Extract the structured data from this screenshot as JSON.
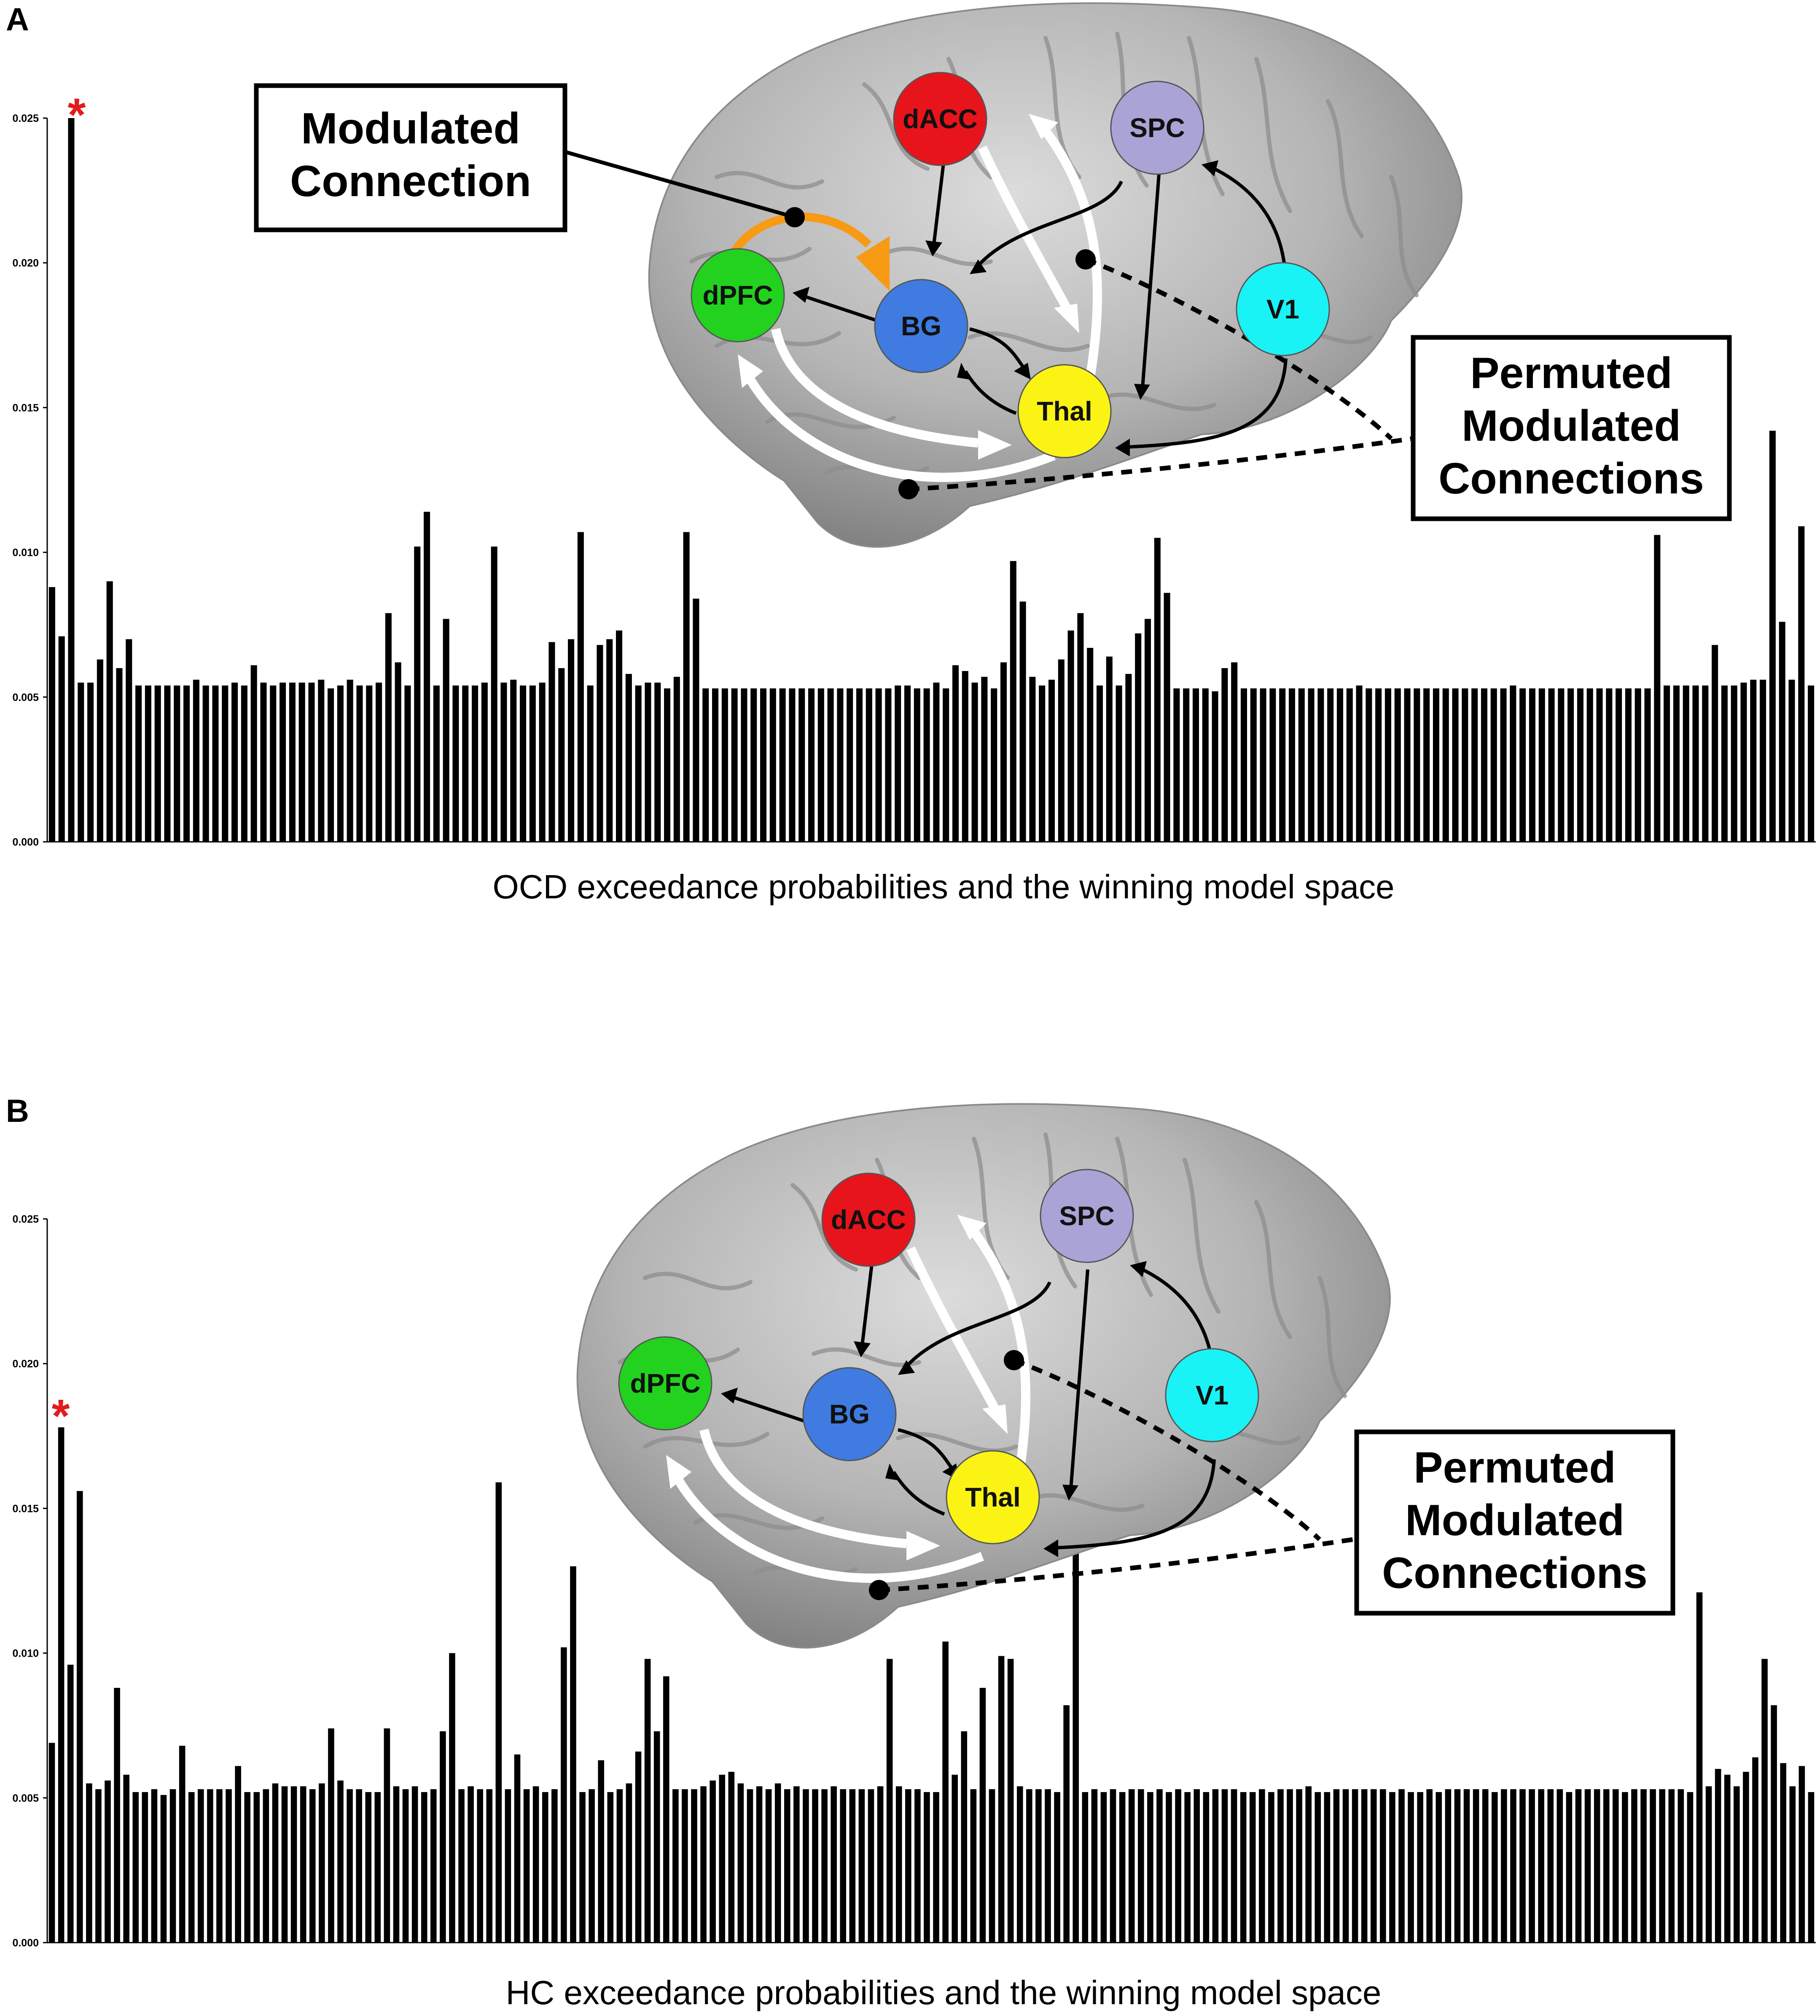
{
  "panels": [
    {
      "label": "A",
      "caption": "OCD exceedance probabilities and the winning model space",
      "star": "*",
      "modulated_box": [
        "Modulated",
        "Connection"
      ],
      "permuted_box": [
        "Permuted",
        "Modulated",
        "Connections"
      ],
      "nodes": [
        {
          "id": "dACC",
          "label": "dACC",
          "color": "#e8141b"
        },
        {
          "id": "SPC",
          "label": "SPC",
          "color": "#a9a3d6"
        },
        {
          "id": "dPFC",
          "label": "dPFC",
          "color": "#22d21f"
        },
        {
          "id": "BG",
          "label": "BG",
          "color": "#3f7be0"
        },
        {
          "id": "V1",
          "label": "V1",
          "color": "#19f3f6"
        },
        {
          "id": "Thal",
          "label": "Thal",
          "color": "#fbf314"
        }
      ]
    },
    {
      "label": "B",
      "caption": "HC exceedance probabilities and the winning model space",
      "star": "*",
      "permuted_box": [
        "Permuted",
        "Modulated",
        "Connections"
      ],
      "nodes": [
        {
          "id": "dACC",
          "label": "dACC",
          "color": "#e8141b"
        },
        {
          "id": "SPC",
          "label": "SPC",
          "color": "#a9a3d6"
        },
        {
          "id": "dPFC",
          "label": "dPFC",
          "color": "#22d21f"
        },
        {
          "id": "BG",
          "label": "BG",
          "color": "#3f7be0"
        },
        {
          "id": "V1",
          "label": "V1",
          "color": "#19f3f6"
        },
        {
          "id": "Thal",
          "label": "Thal",
          "color": "#fbf314"
        }
      ]
    }
  ],
  "chart_data": [
    {
      "type": "bar",
      "ylim": [
        0,
        0.025
      ],
      "yticks": [
        "0.000",
        "0.005",
        "0.010",
        "0.015",
        "0.020",
        "0.025"
      ],
      "values": [
        0.0088,
        0.0071,
        0.025,
        0.0055,
        0.0055,
        0.0063,
        0.009,
        0.006,
        0.007,
        0.0054,
        0.0054,
        0.0054,
        0.0054,
        0.0054,
        0.0054,
        0.0056,
        0.0054,
        0.0054,
        0.0054,
        0.0055,
        0.0054,
        0.0061,
        0.0055,
        0.0054,
        0.0055,
        0.0055,
        0.0055,
        0.0055,
        0.0056,
        0.0053,
        0.0054,
        0.0056,
        0.0054,
        0.0054,
        0.0055,
        0.0079,
        0.0062,
        0.0054,
        0.0102,
        0.0114,
        0.0054,
        0.0077,
        0.0054,
        0.0054,
        0.0054,
        0.0055,
        0.0102,
        0.0055,
        0.0056,
        0.0054,
        0.0054,
        0.0055,
        0.0069,
        0.006,
        0.007,
        0.0107,
        0.0054,
        0.0068,
        0.007,
        0.0073,
        0.0058,
        0.0054,
        0.0055,
        0.0055,
        0.0053,
        0.0057,
        0.0107,
        0.0084,
        0.0053,
        0.0053,
        0.0053,
        0.0053,
        0.0053,
        0.0053,
        0.0053,
        0.0053,
        0.0053,
        0.0053,
        0.0053,
        0.0053,
        0.0053,
        0.0053,
        0.0053,
        0.0053,
        0.0053,
        0.0053,
        0.0053,
        0.0053,
        0.0054,
        0.0054,
        0.0053,
        0.0053,
        0.0055,
        0.0053,
        0.0061,
        0.0059,
        0.0055,
        0.0057,
        0.0053,
        0.0062,
        0.0097,
        0.0083,
        0.0057,
        0.0054,
        0.0056,
        0.0063,
        0.0073,
        0.0079,
        0.0067,
        0.0054,
        0.0064,
        0.0054,
        0.0058,
        0.0072,
        0.0077,
        0.0105,
        0.0086,
        0.0053,
        0.0053,
        0.0053,
        0.0053,
        0.0052,
        0.006,
        0.0062,
        0.0053,
        0.0053,
        0.0053,
        0.0053,
        0.0053,
        0.0053,
        0.0053,
        0.0053,
        0.0053,
        0.0053,
        0.0053,
        0.0053,
        0.0054,
        0.0053,
        0.0053,
        0.0053,
        0.0053,
        0.0053,
        0.0053,
        0.0053,
        0.0053,
        0.0053,
        0.0053,
        0.0053,
        0.0053,
        0.0053,
        0.0053,
        0.0053,
        0.0054,
        0.0053,
        0.0053,
        0.0053,
        0.0053,
        0.0053,
        0.0053,
        0.0053,
        0.0053,
        0.0053,
        0.0053,
        0.0053,
        0.0053,
        0.0053,
        0.0053,
        0.0106,
        0.0054,
        0.0054,
        0.0054,
        0.0054,
        0.0054,
        0.0068,
        0.0054,
        0.0054,
        0.0055,
        0.0056,
        0.0056,
        0.0142,
        0.0076,
        0.0056,
        0.0109,
        0.0054
      ]
    },
    {
      "type": "bar",
      "ylim": [
        0,
        0.025
      ],
      "yticks": [
        "0.000",
        "0.005",
        "0.010",
        "0.015",
        "0.020",
        "0.025"
      ],
      "values": [
        0.0069,
        0.0178,
        0.0096,
        0.0156,
        0.0055,
        0.0053,
        0.0056,
        0.0088,
        0.0058,
        0.0052,
        0.0052,
        0.0053,
        0.0051,
        0.0053,
        0.0068,
        0.0052,
        0.0053,
        0.0053,
        0.0053,
        0.0053,
        0.0061,
        0.0052,
        0.0052,
        0.0053,
        0.0055,
        0.0054,
        0.0054,
        0.0054,
        0.0053,
        0.0055,
        0.0074,
        0.0056,
        0.0053,
        0.0053,
        0.0052,
        0.0052,
        0.0074,
        0.0054,
        0.0053,
        0.0054,
        0.0052,
        0.0053,
        0.0073,
        0.01,
        0.0053,
        0.0054,
        0.0053,
        0.0053,
        0.0159,
        0.0053,
        0.0065,
        0.0053,
        0.0054,
        0.0052,
        0.0053,
        0.0102,
        0.013,
        0.0052,
        0.0053,
        0.0063,
        0.0052,
        0.0053,
        0.0055,
        0.0066,
        0.0098,
        0.0073,
        0.0092,
        0.0053,
        0.0053,
        0.0053,
        0.0054,
        0.0056,
        0.0058,
        0.0059,
        0.0055,
        0.0053,
        0.0054,
        0.0053,
        0.0055,
        0.0053,
        0.0054,
        0.0053,
        0.0053,
        0.0053,
        0.0054,
        0.0053,
        0.0053,
        0.0053,
        0.0053,
        0.0054,
        0.0098,
        0.0054,
        0.0053,
        0.0053,
        0.0052,
        0.0052,
        0.0104,
        0.0058,
        0.0073,
        0.0053,
        0.0088,
        0.0053,
        0.0099,
        0.0098,
        0.0054,
        0.0053,
        0.0053,
        0.0053,
        0.0052,
        0.0082,
        0.0136,
        0.0052,
        0.0053,
        0.0052,
        0.0053,
        0.0052,
        0.0053,
        0.0053,
        0.0052,
        0.0053,
        0.0052,
        0.0053,
        0.0052,
        0.0053,
        0.0052,
        0.0053,
        0.0053,
        0.0053,
        0.0052,
        0.0052,
        0.0053,
        0.0052,
        0.0053,
        0.0053,
        0.0053,
        0.0054,
        0.0052,
        0.0052,
        0.0053,
        0.0053,
        0.0053,
        0.0053,
        0.0053,
        0.0053,
        0.0052,
        0.0053,
        0.0052,
        0.0052,
        0.0053,
        0.0052,
        0.0053,
        0.0053,
        0.0053,
        0.0053,
        0.0053,
        0.0052,
        0.0053,
        0.0053,
        0.0053,
        0.0053,
        0.0053,
        0.0053,
        0.0053,
        0.0052,
        0.0053,
        0.0053,
        0.0053,
        0.0053,
        0.0053,
        0.0052,
        0.0053,
        0.0053,
        0.0053,
        0.0053,
        0.0053,
        0.0053,
        0.0052,
        0.0121,
        0.0054,
        0.006,
        0.0058,
        0.0054,
        0.0059,
        0.0064,
        0.0098,
        0.0082,
        0.0062,
        0.0054,
        0.0061,
        0.0052
      ]
    }
  ]
}
